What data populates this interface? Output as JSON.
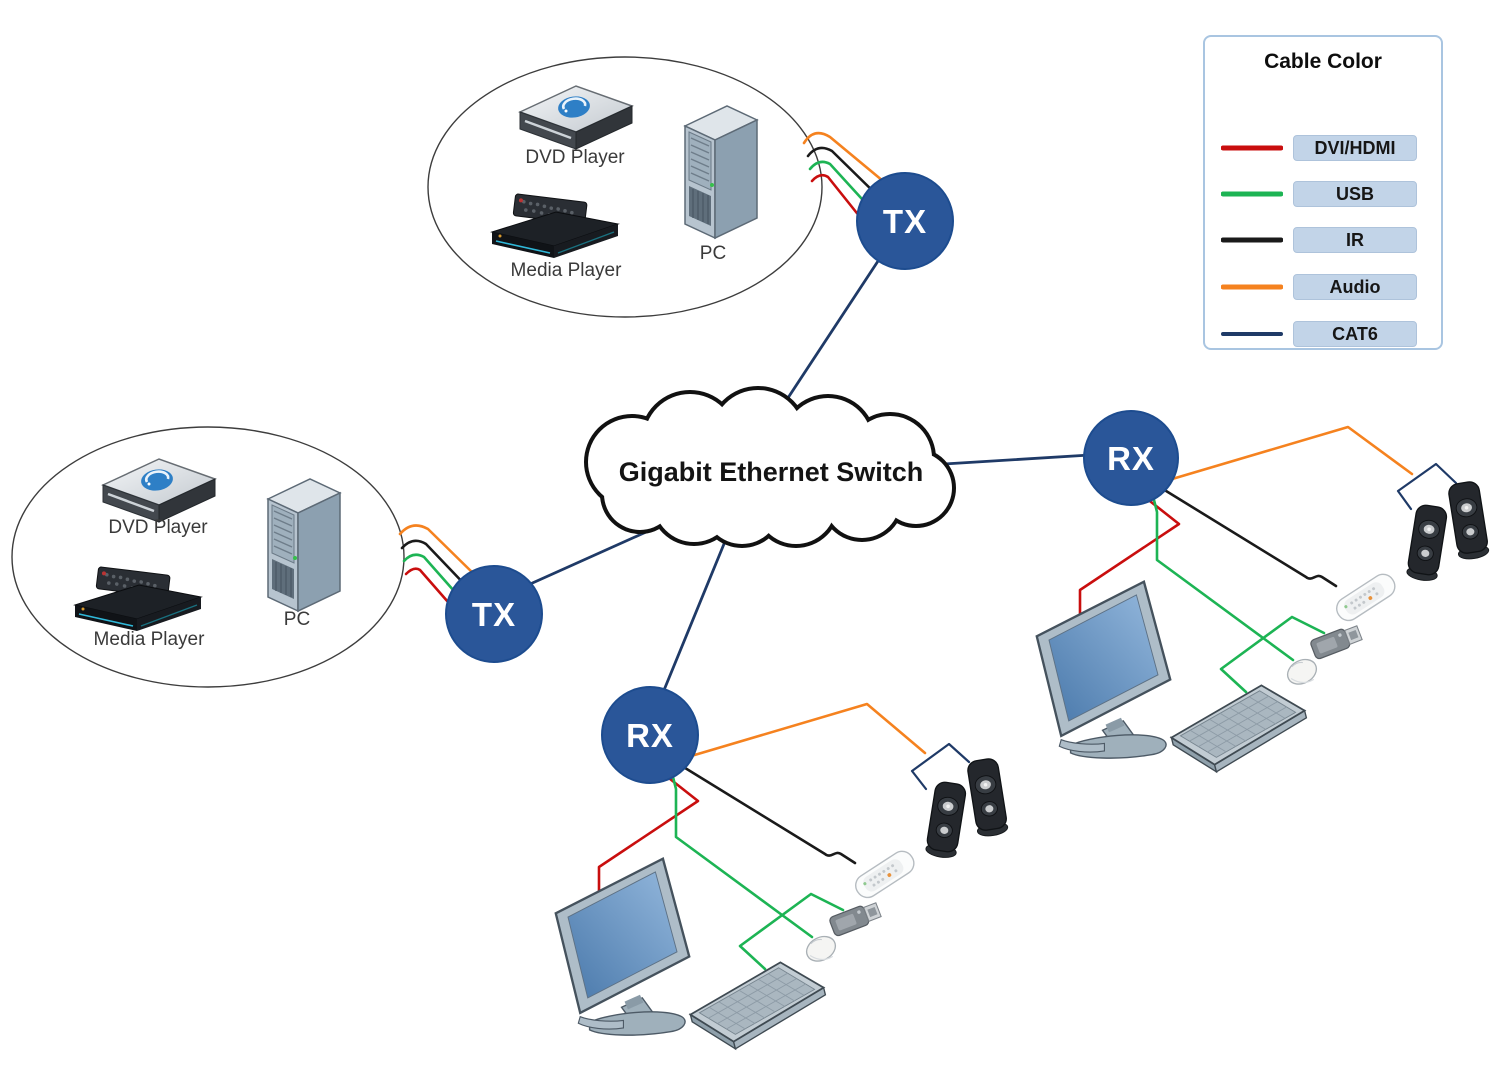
{
  "cloud": {
    "label": "Gigabit Ethernet Switch"
  },
  "nodes": {
    "tx_top": "TX",
    "tx_left": "TX",
    "rx_right": "RX",
    "rx_bottom": "RX"
  },
  "source_groups": {
    "top": {
      "dvd": "DVD Player",
      "media": "Media Player",
      "pc": "PC"
    },
    "left": {
      "dvd": "DVD Player",
      "media": "Media Player",
      "pc": "PC"
    }
  },
  "legend": {
    "title": "Cable Color",
    "items": [
      {
        "label": "DVI/HDMI"
      },
      {
        "label": "USB"
      },
      {
        "label": "IR"
      },
      {
        "label": "Audio"
      },
      {
        "label": "CAT6"
      }
    ]
  },
  "colors": {
    "dvi_hdmi": "#c90e0e",
    "usb": "#1db454",
    "ir": "#1a1a1a",
    "audio": "#f5821f",
    "cat6": "#1f3a67",
    "node": "#2a5699",
    "node_text": "#ffffff"
  }
}
